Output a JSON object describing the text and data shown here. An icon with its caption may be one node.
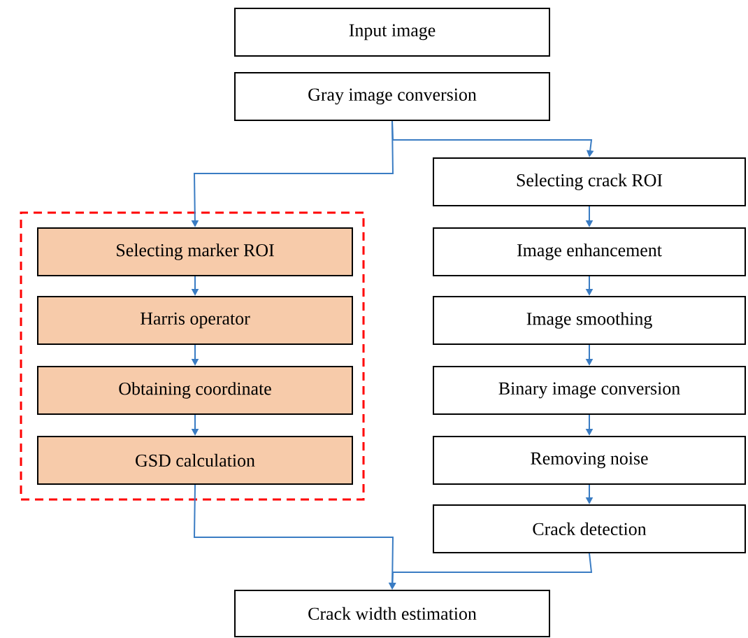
{
  "diagram": {
    "nodes": [
      {
        "text": [
          "Input image"
        ]
      },
      {
        "text": [
          "Gray image conversion"
        ]
      },
      {
        "text": [],
        "shape": "box"
      },
      {
        "text": [
          "Selecting marker ROI"
        ],
        "in": 2
      },
      {
        "text": [
          "Harris operator"
        ],
        "in": 2
      },
      {
        "text": [
          "Obtaining coordinate"
        ],
        "in": 2
      },
      {
        "text": [
          "GSD calculation"
        ],
        "in": 2
      },
      {
        "text": [
          "Selecting crack ROI"
        ]
      },
      {
        "text": [
          "Image enhancement"
        ]
      },
      {
        "text": [
          "Image smoothing"
        ]
      },
      {
        "text": [
          "Binary image conversion"
        ]
      },
      {
        "text": [
          "Removing noise"
        ]
      },
      {
        "text": [
          "Crack detection"
        ]
      },
      {
        "text": [
          "Crack width estimation"
        ]
      }
    ],
    "edges": [
      {
        "from": 1,
        "to": 3,
        "arrow": "to"
      },
      {
        "from": 1,
        "to": 7,
        "arrow": "to"
      },
      {
        "from": 3,
        "to": 4,
        "arrow": "to"
      },
      {
        "from": 4,
        "to": 5,
        "arrow": "to"
      },
      {
        "from": 5,
        "to": 6,
        "arrow": "to"
      },
      {
        "from": 7,
        "to": 8,
        "arrow": "to"
      },
      {
        "from": 8,
        "to": 9,
        "arrow": "to"
      },
      {
        "from": 9,
        "to": 10,
        "arrow": "to"
      },
      {
        "from": 10,
        "to": 11,
        "arrow": "to"
      },
      {
        "from": 11,
        "to": 12,
        "arrow": "to"
      },
      {
        "from": 6,
        "to": 13,
        "arrow": "to"
      },
      {
        "from": 12,
        "to": 13,
        "arrow": "to"
      }
    ]
  }
}
